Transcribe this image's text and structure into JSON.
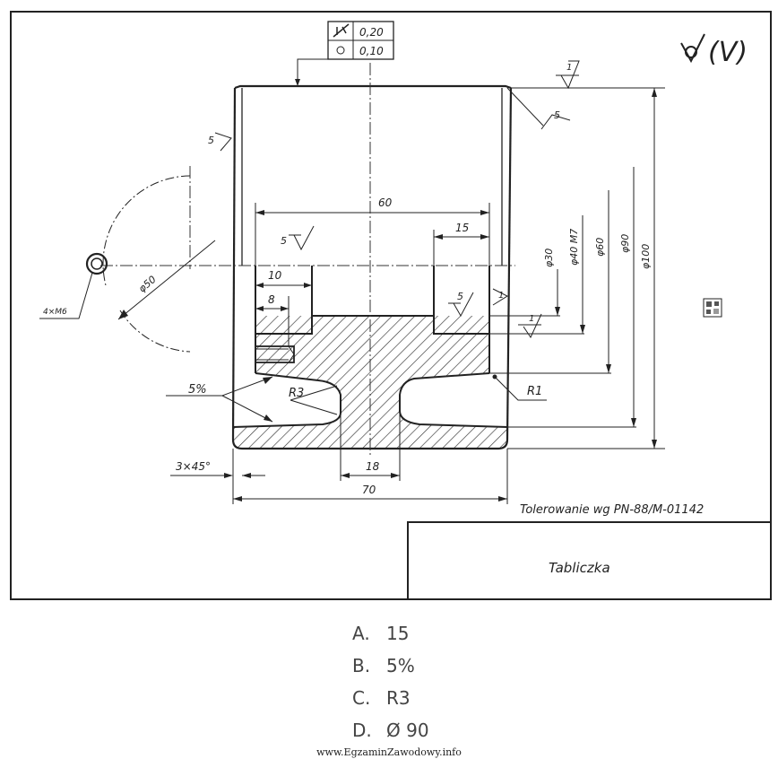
{
  "drawing": {
    "tolerance_frame": {
      "row1": {
        "symbol": "runout-icon",
        "value": "0,20"
      },
      "row2": {
        "symbol": "circularity-icon",
        "value": "0,10"
      }
    },
    "general_roughness": "(V)",
    "dimensions": {
      "d60_width": "60",
      "d15": "15",
      "d10": "10",
      "d8": "8",
      "d18": "18",
      "d70": "70",
      "phi50": "φ50",
      "phi30": "φ30",
      "phi40": "φ40 M7",
      "phi60": "φ60",
      "phi90": "φ90",
      "phi100": "φ100",
      "chamfer": "3×45°",
      "slope": "5%",
      "r3": "R3",
      "r1": "R1",
      "thread": "4×M6"
    },
    "roughness_values": {
      "top": "1",
      "right_edge": "5",
      "left": "5",
      "middle_left": "5",
      "groove_bottom": "5",
      "groove_side": "1",
      "bore": "1"
    },
    "tolerance_note": "Tolerowanie wg PN-88/M-01142",
    "title_block": "Tabliczka"
  },
  "answers": [
    {
      "letter": "A.",
      "text": "15"
    },
    {
      "letter": "B.",
      "text": "5%"
    },
    {
      "letter": "C.",
      "text": "R3"
    },
    {
      "letter": "D.",
      "text": "Ø 90"
    }
  ],
  "footer": "www.EgzaminZawodowy.info"
}
